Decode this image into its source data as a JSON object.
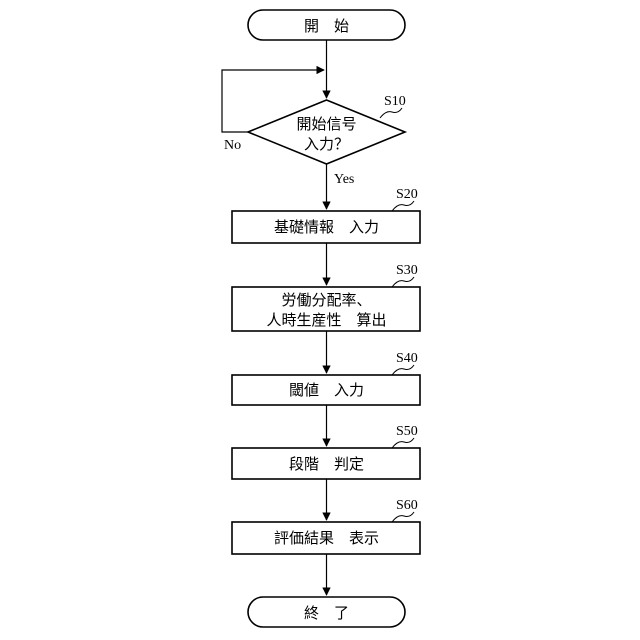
{
  "flowchart": {
    "start": "開　始",
    "decision": {
      "line1": "開始信号",
      "line2": "入力？",
      "yes_label": "Yes",
      "no_label": "No",
      "step": "S10"
    },
    "steps": [
      {
        "id": "S20",
        "lines": [
          "基礎情報　入力"
        ]
      },
      {
        "id": "S30",
        "lines": [
          "労働分配率、",
          "人時生産性　算出"
        ]
      },
      {
        "id": "S40",
        "lines": [
          "閾値　入力"
        ]
      },
      {
        "id": "S50",
        "lines": [
          "段階　判定"
        ]
      },
      {
        "id": "S60",
        "lines": [
          "評価結果　表示"
        ]
      }
    ],
    "end": "終　了"
  }
}
